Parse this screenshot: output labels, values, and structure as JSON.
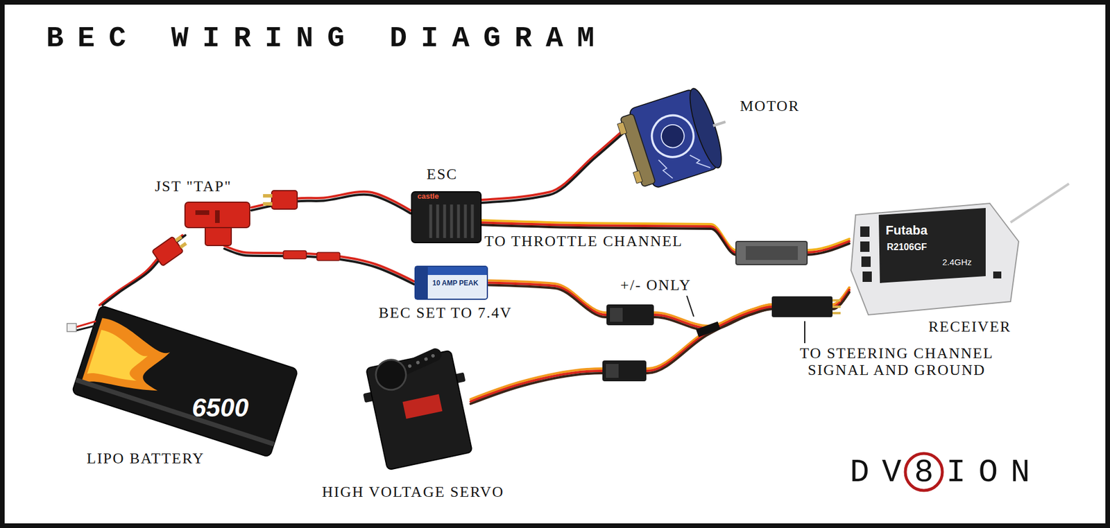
{
  "diagram": {
    "title": "BEC WIRING DIAGRAM",
    "nodes": [
      {
        "text": [
          "MOTOR"
        ]
      },
      {
        "text": [
          "ESC"
        ]
      },
      {
        "text": [
          "JST \"TAP\""
        ]
      },
      {
        "text": [
          "RECEIVER"
        ]
      },
      {
        "text": [
          "BEC SET TO 7.4V"
        ]
      },
      {
        "text": [
          "LIPO BATTERY"
        ]
      },
      {
        "text": [
          "HIGH VOLTAGE SERVO"
        ]
      }
    ],
    "edges": [
      {
        "from": 1,
        "to": 0,
        "arrow": "none"
      },
      {
        "from": 1,
        "to": 2,
        "arrow": "none"
      },
      {
        "from": 2,
        "to": 5,
        "arrow": "none"
      },
      {
        "from": 2,
        "to": 4,
        "arrow": "none"
      },
      {
        "from": 1,
        "to": 3,
        "arrow": "none",
        "label": "TO THROTTLE CHANNEL"
      },
      {
        "from": 4,
        "to": 3,
        "arrow": "none",
        "label": "+/- ONLY"
      },
      {
        "from": 6,
        "to": 3,
        "arrow": "none",
        "label": "TO STEERING CHANNEL SIGNAL AND GROUND"
      }
    ],
    "labels": [
      "castle",
      "Futaba",
      "R2106GF",
      "2.4GHz",
      "10 AMP PEAK",
      "6500",
      "DV8ION"
    ]
  }
}
